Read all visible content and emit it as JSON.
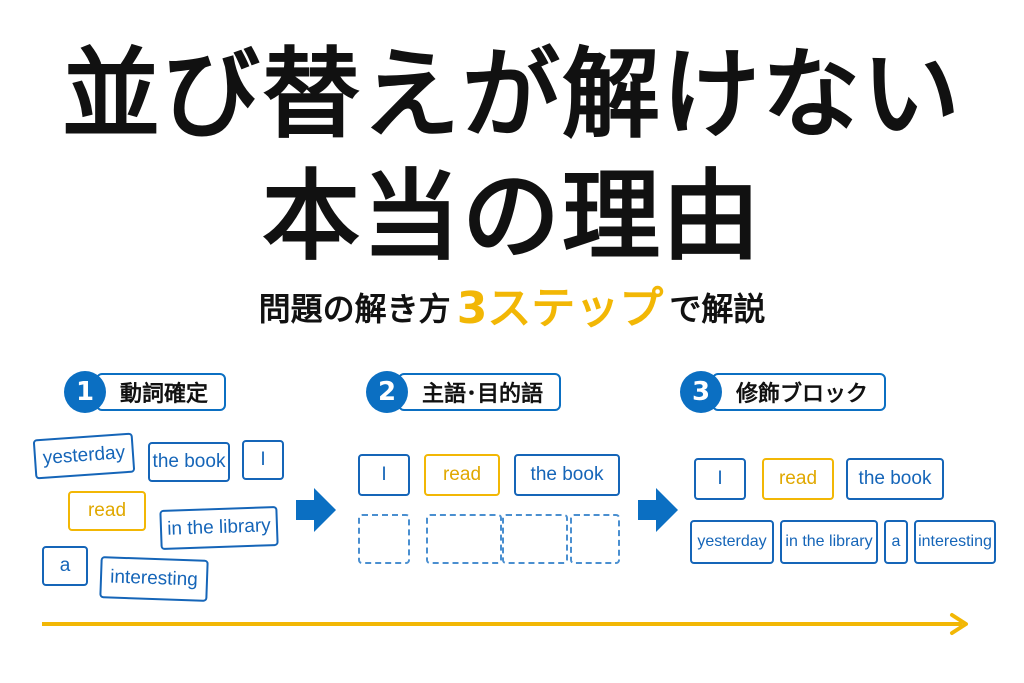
{
  "title": {
    "line1": "並び替えが解けない",
    "line2": "本当の理由"
  },
  "subtitle": {
    "before": "問題の解き方",
    "accent": "3ステップ",
    "after": "で解説"
  },
  "colors": {
    "blue": "#0B6FC2",
    "card_blue": "#1565B8",
    "accent_yellow": "#F2B705"
  },
  "steps": [
    {
      "number": "1",
      "label": "動詞確定"
    },
    {
      "number": "2",
      "label": "主語･目的語"
    },
    {
      "number": "3",
      "label": "修飾ブロック"
    }
  ],
  "step1_cards": [
    "yesterday",
    "the book",
    "I",
    "read",
    "in the library",
    "a",
    "interesting"
  ],
  "step2_cards": [
    "I",
    "read",
    "the book"
  ],
  "step3_row1": [
    "I",
    "read",
    "the book"
  ],
  "step3_row2": [
    "yesterday",
    "in the library",
    "a",
    "interesting"
  ],
  "icons": [
    "arrow-right-icon",
    "arrow-right-icon",
    "timeline-arrow-icon"
  ]
}
